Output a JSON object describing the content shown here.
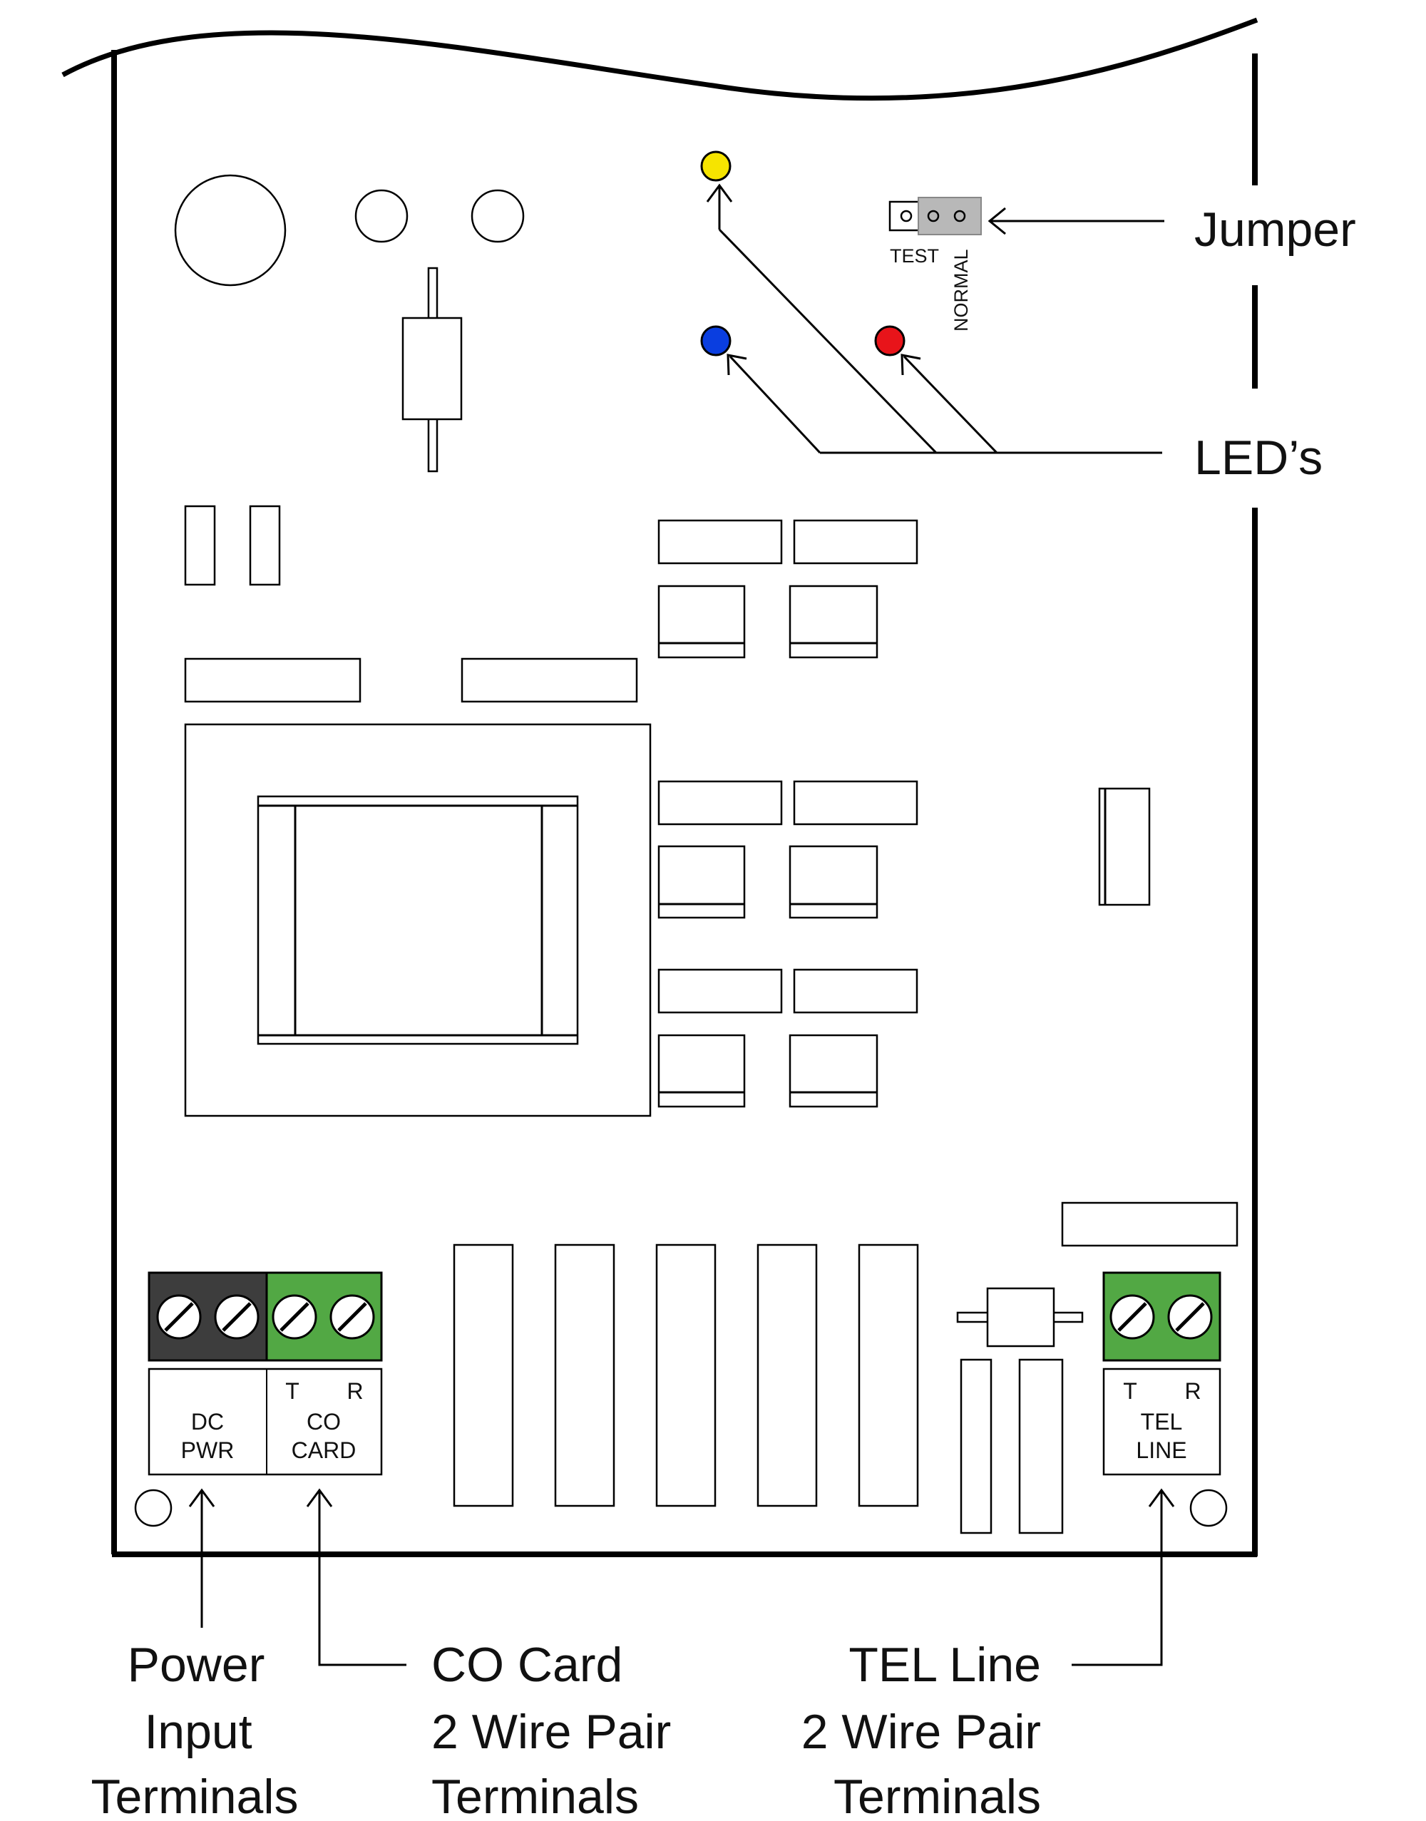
{
  "labels": {
    "jumper": "Jumper",
    "leds": "LED’s",
    "test": "TEST",
    "normal": "NORMAL",
    "dc_pwr_1": "DC",
    "dc_pwr_2": "PWR",
    "co_t": "T",
    "co_r": "R",
    "co_card_1": "CO",
    "co_card_2": "CARD",
    "tel_t": "T",
    "tel_r": "R",
    "tel_line_1": "TEL",
    "tel_line_2": "LINE"
  },
  "callouts": {
    "power": [
      "Power",
      "Input",
      "Terminals"
    ],
    "co": [
      "CO Card",
      "2 Wire Pair",
      "Terminals"
    ],
    "tel": [
      "TEL Line",
      "2 Wire Pair",
      "Terminals"
    ]
  },
  "colors": {
    "led_yellow": "#f6e400",
    "led_blue": "#0a3ee0",
    "led_red": "#e8141a",
    "terminal_green": "#52a844",
    "terminal_dark": "#3d3d3d",
    "jumper_cap": "#b8b8b8"
  }
}
